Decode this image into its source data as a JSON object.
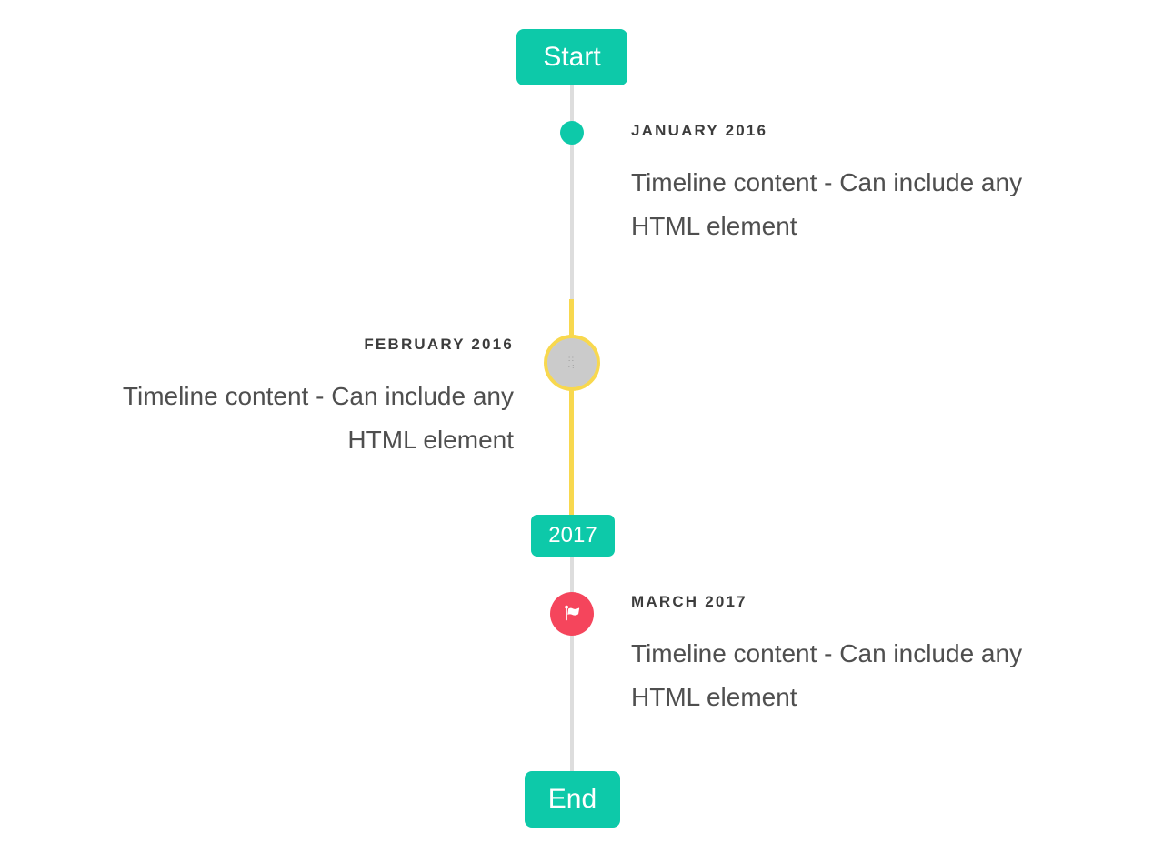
{
  "colors": {
    "accent": "#0dc9a9",
    "highlight": "#f8d84e",
    "danger": "#f5455c",
    "line": "#dddddd",
    "marker_gray": "#cbcbcb",
    "title_text": "#3c3c3c",
    "body_text": "#4f4f4f",
    "badge_text": "#ffffff"
  },
  "timeline": {
    "start_badge": "Start",
    "year_badge": "2017",
    "end_badge": "End",
    "entries": [
      {
        "title": "JANUARY 2016",
        "content_lines": [
          "Timeline content - Can include any",
          "HTML element"
        ],
        "side": "right",
        "marker": "teal-dot"
      },
      {
        "title": "FEBRUARY 2016",
        "content_lines": [
          "Timeline content - Can include any",
          "HTML element"
        ],
        "side": "left",
        "marker": "gray-circle-yellow-ring",
        "marker_glyph": "∷\n∙꞉"
      },
      {
        "title": "MARCH 2017",
        "content_lines": [
          "Timeline content - Can include any",
          "HTML element"
        ],
        "side": "right",
        "marker": "red-flag-circle"
      }
    ]
  }
}
